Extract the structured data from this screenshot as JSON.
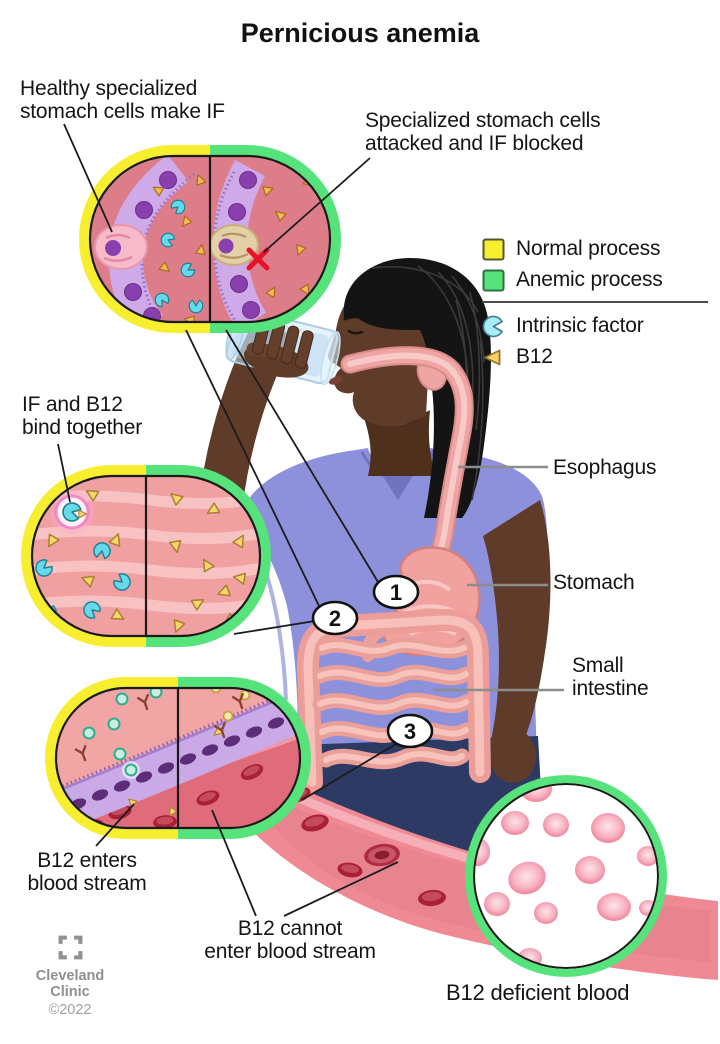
{
  "title": "Pernicious anemia",
  "callouts": {
    "healthy_cells": "Healthy specialized\nstomach cells make IF",
    "attacked_cells": "Specialized stomach cells\nattacked and IF blocked",
    "if_b12_bind": "IF and B12\nbind together",
    "b12_enters": "B12 enters\nblood stream",
    "b12_cannot": "B12 cannot\nenter blood stream",
    "b12_deficient": "B12 deficient blood"
  },
  "anatomy_labels": {
    "esophagus": "Esophagus",
    "stomach": "Stomach",
    "small_intestine": "Small\nintestine"
  },
  "legend": {
    "process_items": [
      {
        "label": "Normal process",
        "color": "#f7ee2e"
      },
      {
        "label": "Anemic process",
        "color": "#57e37c"
      }
    ],
    "symbol_items": [
      {
        "label": "Intrinsic factor",
        "color": "#a9ebf7"
      },
      {
        "label": "B12",
        "color": "#f5d36a"
      }
    ]
  },
  "steps": [
    "1",
    "2",
    "3"
  ],
  "footer": {
    "org_name": "Cleveland\nClinic",
    "copyright": "©2022"
  }
}
